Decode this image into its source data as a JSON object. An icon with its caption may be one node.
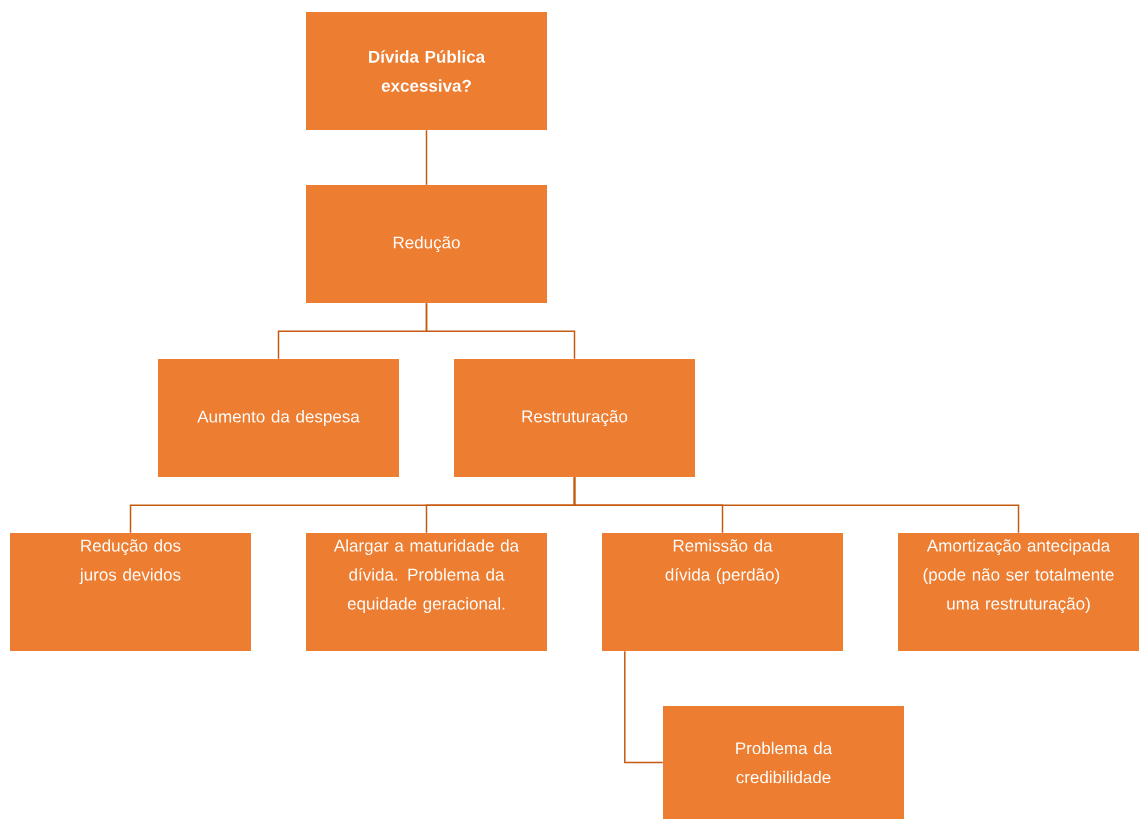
{
  "diagram": {
    "nodes": [
      {
        "text": [
          "Dívida Pública excessiva?"
        ]
      },
      {
        "text": [
          "Redução"
        ]
      },
      {
        "text": [
          "Aumento da despesa"
        ]
      },
      {
        "text": [
          "Restruturação"
        ]
      },
      {
        "text": [
          "Redução dos juros devidos"
        ]
      },
      {
        "text": [
          "Alargar a maturidade da dívida. Problema da equidade geracional."
        ]
      },
      {
        "text": [
          "Remissão da dívida (perdão)"
        ]
      },
      {
        "text": [
          "Amortização antecipada (pode não ser totalmente uma restruturação)"
        ]
      },
      {
        "text": [
          "Problema da credibilidade"
        ]
      }
    ],
    "edges": [
      {
        "from": 0,
        "to": 1,
        "arrow": "none"
      },
      {
        "from": 1,
        "to": 2,
        "arrow": "none"
      },
      {
        "from": 1,
        "to": 3,
        "arrow": "none"
      },
      {
        "from": 3,
        "to": 4,
        "arrow": "none"
      },
      {
        "from": 3,
        "to": 5,
        "arrow": "none"
      },
      {
        "from": 3,
        "to": 6,
        "arrow": "none"
      },
      {
        "from": 3,
        "to": 7,
        "arrow": "none"
      },
      {
        "from": 6,
        "to": 8,
        "arrow": "none"
      }
    ]
  }
}
